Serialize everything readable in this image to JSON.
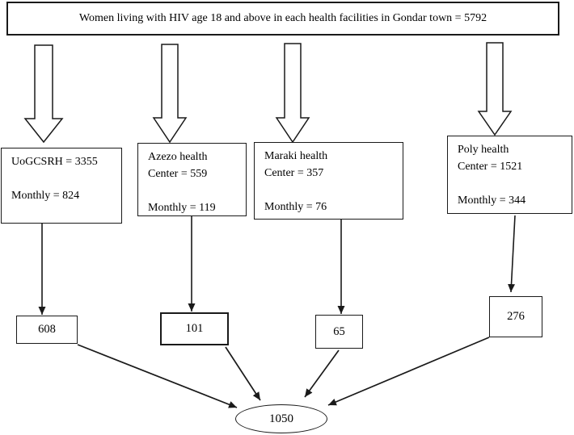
{
  "diagram": {
    "title": "Women living with HIV age 18 and above in each health facilities in Gondar town = 5792",
    "facilities": [
      {
        "lines": [
          "UoGCSRH = 3355",
          "",
          "Monthly = 824"
        ],
        "sample": "608"
      },
      {
        "lines": [
          "Azezo health",
          "Center = 559",
          "",
          "Monthly = 119"
        ],
        "sample": "101"
      },
      {
        "lines": [
          "Maraki health",
          "Center = 357",
          "",
          "Monthly = 76"
        ],
        "sample": "65"
      },
      {
        "lines": [
          "Poly health",
          "Center = 1521",
          "",
          "Monthly = 344"
        ],
        "sample": "276"
      }
    ],
    "total_sample": "1050",
    "colors": {
      "line": "#1a1a1a",
      "background": "#ffffff"
    }
  }
}
